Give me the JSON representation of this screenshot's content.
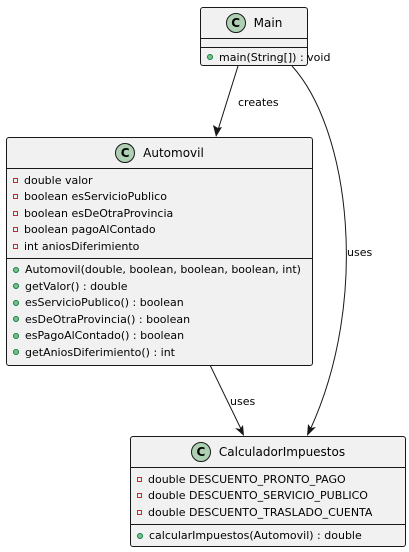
{
  "classes": {
    "main": {
      "name": "Main",
      "badge": "C",
      "methods": [
        "main(String[]) : void"
      ]
    },
    "automovil": {
      "name": "Automovil",
      "badge": "C",
      "fields": [
        "double valor",
        "boolean esServicioPublico",
        "boolean esDeOtraProvincia",
        "boolean pagoAlContado",
        "int aniosDiferimiento"
      ],
      "methods": [
        "Automovil(double, boolean, boolean, boolean, int)",
        "getValor() : double",
        "esServicioPublico() : boolean",
        "esDeOtraProvincia() : boolean",
        "esPagoAlContado() : boolean",
        "getAniosDiferimiento() : int"
      ]
    },
    "calculador": {
      "name": "CalculadorImpuestos",
      "badge": "C",
      "fields": [
        "double DESCUENTO_PRONTO_PAGO",
        "double DESCUENTO_SERVICIO_PUBLICO",
        "double DESCUENTO_TRASLADO_CUENTA"
      ],
      "methods": [
        "calcularImpuestos(Automovil) : double"
      ]
    }
  },
  "relations": {
    "main_automovil": "creates",
    "main_calculador": "uses",
    "automovil_calculador": "uses"
  },
  "colors": {
    "class_fill": "#f1f1f1",
    "badge_fill": "#add1b2",
    "private_marker": "#c82930",
    "public_marker": "#84be84",
    "line": "#181818"
  }
}
